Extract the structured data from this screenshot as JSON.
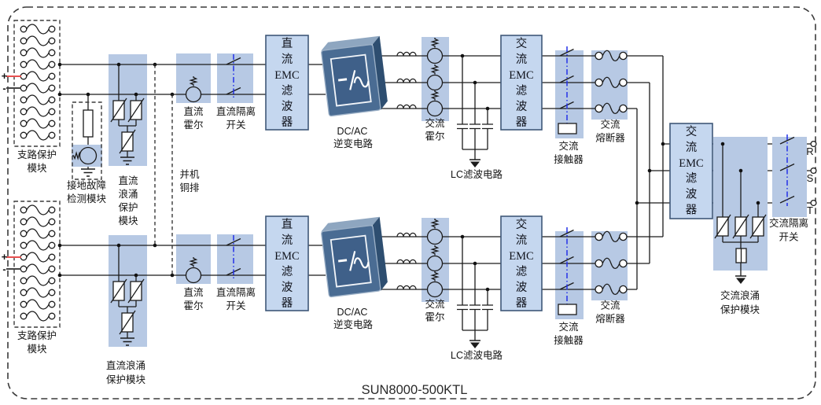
{
  "diagram_title": "SUN8000-500KTL",
  "terminals": {
    "plus": "+",
    "minus": "-",
    "r": "R",
    "s": "S",
    "t": "T"
  },
  "labels": {
    "branch_protection": [
      "支路保护",
      "模块"
    ],
    "ground_fault": [
      "接地故障",
      "检测模块"
    ],
    "dc_surge_stacked": [
      "直流",
      "浪涌",
      "保护",
      "模块"
    ],
    "dc_surge": [
      "直流浪涌",
      "保护模块"
    ],
    "parallel_busbar": [
      "并机",
      "铜排"
    ],
    "dc_hall": [
      "直流",
      "霍尔"
    ],
    "dc_isolator": [
      "直流隔离",
      "开关"
    ],
    "dc_emc_filter": [
      "直",
      "流",
      "EMC",
      "滤",
      "波",
      "器"
    ],
    "inverter": [
      "DC/AC",
      "逆变电路"
    ],
    "ac_hall": [
      "交流",
      "霍尔"
    ],
    "lc_filter": "LC滤波电路",
    "ac_emc_filter": [
      "交",
      "流",
      "EMC",
      "滤",
      "波",
      "器"
    ],
    "ac_contactor": [
      "交流",
      "接触器"
    ],
    "ac_fuse": [
      "交流",
      "熔断器"
    ],
    "ac_surge": [
      "交流浪涌",
      "保护模块"
    ],
    "ac_isolator": [
      "交流隔离",
      "开关"
    ]
  },
  "colors": {
    "module_highlight": "#b7c9e4",
    "block_fill": "#c5d7ef",
    "block_border": "#3f5878",
    "mechanical_link_blue": "#2330e8",
    "positive_lead_red": "#e85050",
    "wire": "#1b1b1b",
    "inverter_front": "#4a6c93",
    "inverter_top": "#8ea6c0",
    "inverter_side": "#2e4e70"
  }
}
